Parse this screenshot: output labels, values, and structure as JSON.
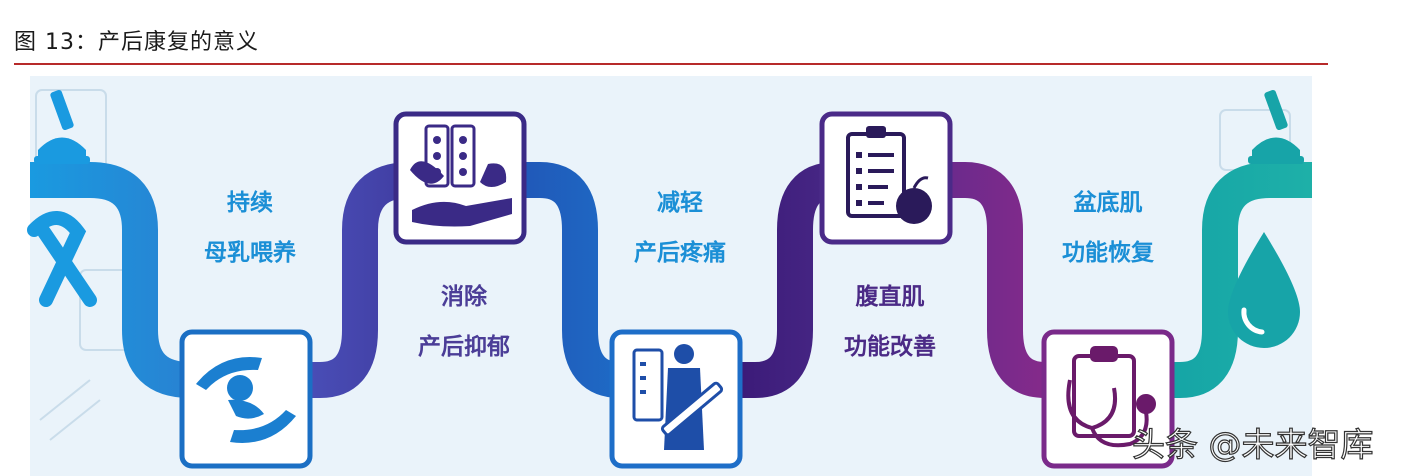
{
  "caption": "图 13：产后康复的意义",
  "steps": [
    {
      "line1": "持续",
      "line2": "母乳喂养",
      "color": "#1b8fd6"
    },
    {
      "line1": "消除",
      "line2": "产后抑郁",
      "color": "#4b3d97"
    },
    {
      "line1": "减轻",
      "line2": "产后疼痛",
      "color": "#1b8fd6"
    },
    {
      "line1": "腹直肌",
      "line2": "功能改善",
      "color": "#4b2a86"
    },
    {
      "line1": "盆底肌",
      "line2": "功能恢复",
      "color": "#1b8fd6"
    }
  ],
  "icons": [
    "microscope-icon",
    "ribbon-icon",
    "baby-hands-icon",
    "pills-hands-icon",
    "doctor-syringe-icon",
    "clipboard-apple-icon",
    "stethoscope-icon",
    "water-drop-icon"
  ],
  "watermark": "头条 @未来智库",
  "colors": {
    "rule": "#b72a2a",
    "blue": "#1890d8",
    "indigo": "#4a3a98",
    "purple": "#6a2a8a",
    "teal": "#17a4a8"
  }
}
